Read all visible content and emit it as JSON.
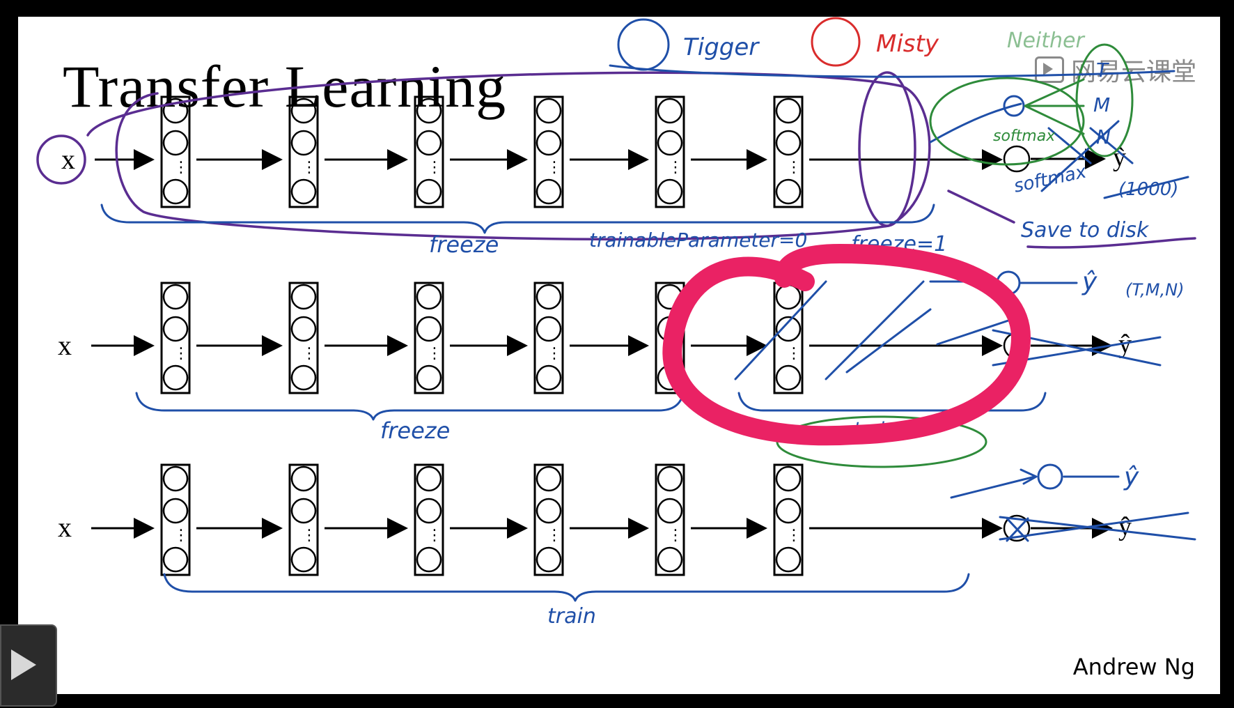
{
  "slide": {
    "title": "Transfer Learning",
    "author": "Andrew Ng",
    "watermark": "网易云课堂"
  },
  "labels": {
    "x": "x",
    "yhat": "ŷ",
    "pet1": "Tigger",
    "pet2": "Misty",
    "pet3": "Neither",
    "class_t": "T",
    "class_m": "M",
    "class_n": "N",
    "softmax1": "softmax",
    "softmax2": "softmax",
    "count": "(1000)",
    "save": "Save to disk",
    "freeze1": "freeze",
    "trainable": "trainableParameter=0",
    "freeze_flag": "freeze=1",
    "freeze2": "freeze",
    "train_small": "train",
    "tmn": "(T,M,N)",
    "train": "train"
  },
  "colors": {
    "ink": "#000000",
    "blue": "#1f4fa8",
    "green": "#2e8b3a",
    "purple": "#5a2d91",
    "red": "#d92c2c",
    "highlight": "#ea2264"
  }
}
